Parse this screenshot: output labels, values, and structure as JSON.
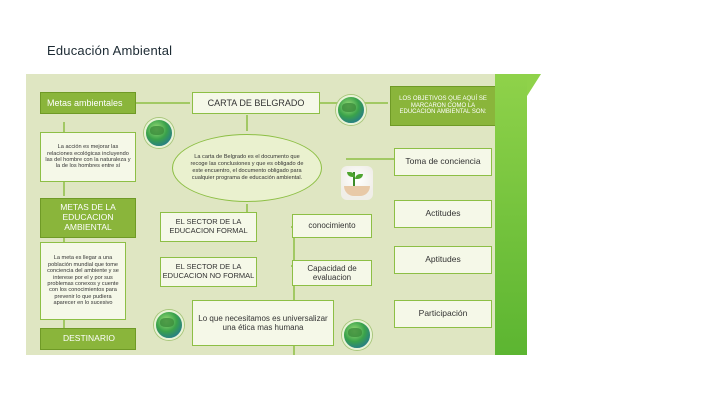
{
  "slide": {
    "title": "Educación Ambiental"
  },
  "diagram": {
    "metas_ambientales": "Metas ambientales",
    "carta_belgrado": "CARTA DE BELGRADO",
    "objetivos_header": "LOS OBJETIVOS QUE AQUÍ SE MARCARON COMO LA EDUCACION AMBIENTAL SON:",
    "accion_text": "La acción es mejorar las relaciones ecológicas incluyendo las del hombre con la naturaleza y la de los hombres entre sí",
    "carta_text": "La carta de Belgrado es el documento que recoge las conclusiones y que es obligado de este encuentro, el documento obligado para cualquier programa de educación ambiental.",
    "toma_conciencia": "Toma de conciencia",
    "metas_educacion": "METAS DE LA EDUCACION AMBIENTAL",
    "sector_formal": "EL SECTOR DE LA EDUCACION FORMAL",
    "conocimiento": "conocimiento",
    "actitudes": "Actitudes",
    "meta_text": "La meta es llegar a una población mundial que tome conciencia del ambiente y se interese por el y por sus problemas conexos y cuente con los conocimientos para prevenir lo que pudiera aparecer en lo sucesivo",
    "sector_no_formal": "EL SECTOR DE LA EDUCACION NO FORMAL",
    "capacidad_evaluacion": "Capacidad de evaluacion",
    "aptitudes": "Aptitudes",
    "lo_que_necesitamos": "Lo que necesitamos es universalizar una ética mas humana",
    "participacion": "Participación",
    "destinario": "DESTINARIO"
  },
  "icons": [
    "globe-icon",
    "globe-icon",
    "globe-icon",
    "globe-icon",
    "hands-sprout-icon"
  ],
  "colors": {
    "accent_green": "#8ab53b",
    "panel_bg": "#dfe6c2",
    "line": "#8dbf45"
  }
}
